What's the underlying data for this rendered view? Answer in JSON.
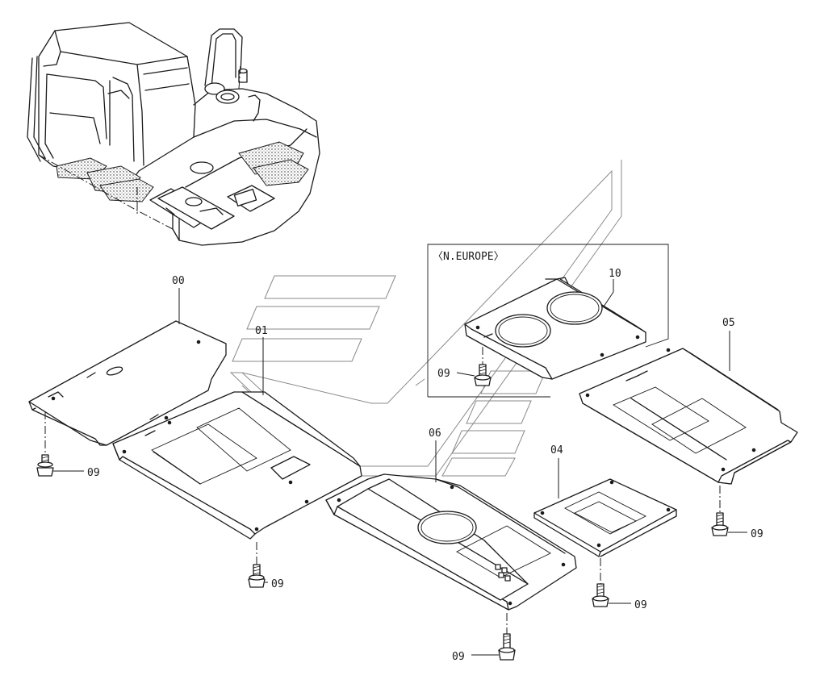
{
  "diagram": {
    "region_label": "〈N.EUROPE〉",
    "callouts": {
      "c00": "00",
      "c01": "01",
      "c04": "04",
      "c05": "05",
      "c06": "06",
      "c10": "10",
      "c09_a": "09",
      "c09_b": "09",
      "c09_c": "09",
      "c09_d": "09",
      "c09_e": "09",
      "c09_f": "09"
    },
    "colors": {
      "ink": "#1a1a1a",
      "watermark": "#8a8a8a",
      "paper": "#ffffff"
    }
  }
}
